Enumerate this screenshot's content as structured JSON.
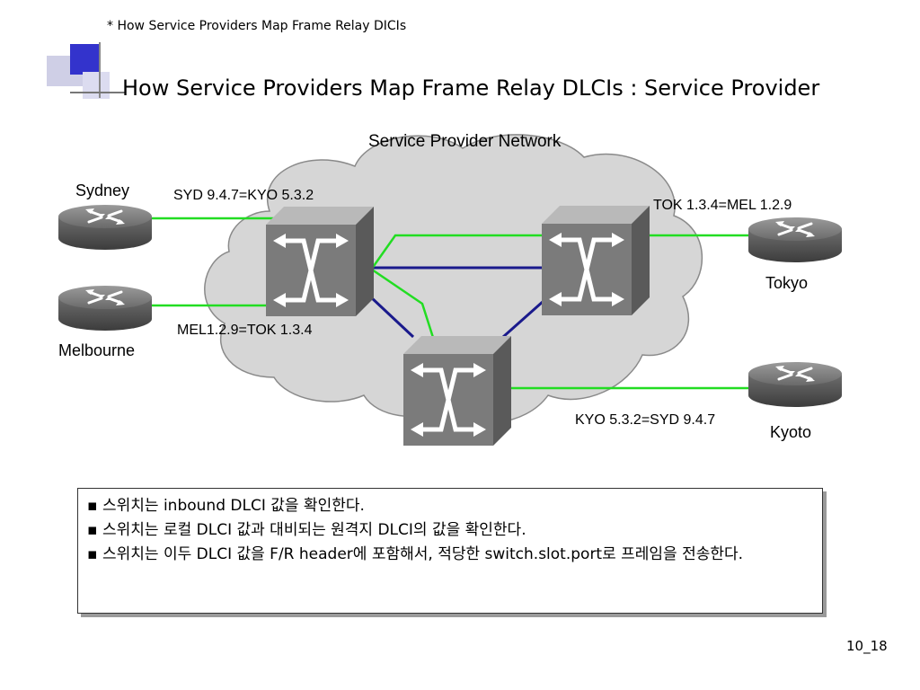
{
  "header": {
    "breadcrumb": "* How Service Providers Map Frame Relay DICIs",
    "title": "How Service Providers Map Frame Relay DLCIs : Service Provider"
  },
  "diagram": {
    "cloud_label": "Service Provider Network",
    "routers": {
      "sydney": "Sydney",
      "melbourne": "Melbourne",
      "tokyo": "Tokyo",
      "kyoto": "Kyoto"
    },
    "mappings": {
      "syd_kyo": "SYD 9.4.7=KYO 5.3.2",
      "tok_mel": "TOK 1.3.4=MEL 1.2.9",
      "mel_tok": "MEL1.2.9=TOK 1.3.4",
      "kyo_syd": "KYO 5.3.2=SYD 9.4.7"
    },
    "colors": {
      "pvc_line": "#22dd22",
      "trunk_line": "#1a1a8c",
      "cloud_fill": "#d4d4d4",
      "switch_face": "#777777"
    }
  },
  "notes": {
    "bullet": "▪",
    "items": [
      "스위치는 inbound DLCI 값을 확인한다.",
      "스위치는 로컬 DLCI 값과 대비되는 원격지 DLCI의 값을 확인한다.",
      "스위치는 이두 DLCI 값을 F/R header에 포함해서, 적당한 switch.slot.port로 프레임을 전송한다."
    ]
  },
  "footer": {
    "page": "10_18"
  }
}
